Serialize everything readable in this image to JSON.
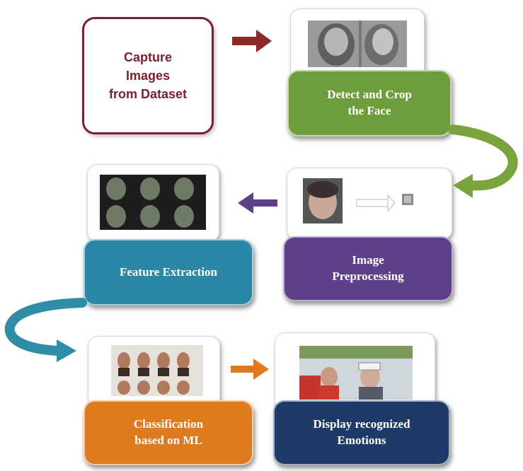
{
  "steps": {
    "capture": "Capture\nImages\nfrom Dataset",
    "detect": "Detect and Crop\nthe Face",
    "preprocess": "Image\nPreprocessing",
    "features": "Feature Extraction",
    "classify": "Classification\nbased on ML",
    "display": "Display recognized\nEmotions"
  },
  "colors": {
    "capture_border": "#7a1f2e",
    "detect": "#6e9e3c",
    "preprocess": "#5e3f8a",
    "features": "#2c86a6",
    "classify": "#e07a1e",
    "display": "#1e3a66",
    "arrow_red": "#8b2a2a",
    "arrow_purple": "#5e3f8a",
    "arrow_orange": "#e07a1e",
    "curve_green": "#7aa33e",
    "curve_teal": "#2f8ea6"
  }
}
